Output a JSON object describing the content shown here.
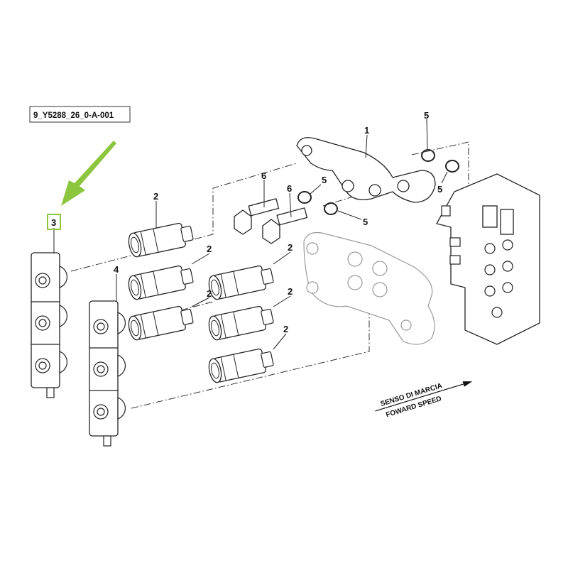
{
  "diagram": {
    "reference_code": "9_Y5288_26_0-A-001",
    "direction_label_top": "SENSO DI MARCIA",
    "direction_label_bottom": "FOWARD SPEED",
    "highlight_color": "#8cc63f",
    "callouts": {
      "c1": "1",
      "c2a": "2",
      "c2b": "2",
      "c2c": "2",
      "c2d": "2",
      "c2e": "2",
      "c2f": "2",
      "c3": "3",
      "c4": "4",
      "c5a": "5",
      "c5b": "5",
      "c5c": "5",
      "c5d": "5",
      "c6a": "6",
      "c6b": "6"
    }
  }
}
